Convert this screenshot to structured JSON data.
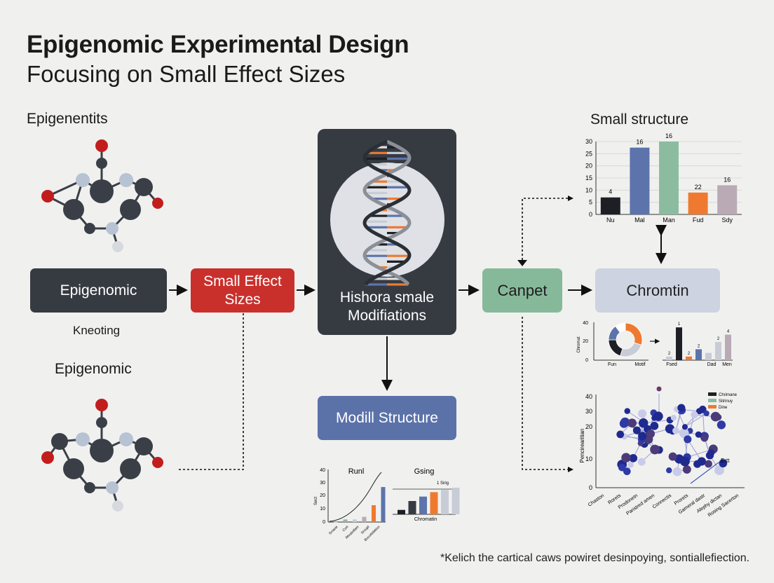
{
  "title": {
    "main": "Epigenomic Experimental Design",
    "sub": "Focusing on Small Effect Sizes"
  },
  "left": {
    "top_label": "Epigenentits",
    "box": "Epigenomic",
    "under_label": "Kneoting",
    "bottom_label": "Epigenomic"
  },
  "flow": {
    "small_effect": [
      "Small Effect",
      "Sizes"
    ],
    "central": [
      "Hishora smale",
      "Modifiations"
    ],
    "structure_box": "Modill Structure",
    "canpet": "Canpet",
    "chromtin": "Chromtin"
  },
  "chart_data": [
    {
      "type": "bar",
      "title": "Small structure",
      "categories": [
        "Nu",
        "Mal",
        "Man",
        "Fud",
        "Sdy"
      ],
      "values": [
        7,
        27.5,
        30,
        9,
        12
      ],
      "data_labels": [
        "4",
        "16",
        "16",
        "22",
        "16"
      ],
      "colors": [
        "#1d1f24",
        "#5c74ab",
        "#8cbc9f",
        "#ef7a2f",
        "#b9aab6"
      ],
      "yticks": [
        0,
        5,
        10,
        15,
        20,
        25,
        30
      ],
      "ylim": [
        0,
        30
      ],
      "grid": true
    },
    {
      "type": "pie",
      "yticks": [
        "0",
        "20",
        "40"
      ],
      "ylabel": "Chromat",
      "xlabels": [
        "Fun",
        "Motif"
      ],
      "slices": [
        {
          "value": 30,
          "color": "#ef7a2f"
        },
        {
          "value": 25,
          "color": "#c8ccd6"
        },
        {
          "value": 20,
          "color": "#1d1f24"
        },
        {
          "value": 15,
          "color": "#5c74ab"
        },
        {
          "value": 10,
          "color": "#ffffff"
        }
      ]
    },
    {
      "type": "bar",
      "categories": [
        "Fsed",
        "",
        "",
        "Dad",
        "Men"
      ],
      "values": [
        1,
        9,
        1,
        3,
        2,
        5,
        7
      ],
      "data_labels": [
        "2",
        "1",
        "2",
        "2",
        "",
        "2",
        "4"
      ],
      "colors": [
        "#c8ccd6",
        "#1d1f24",
        "#ef7a2f",
        "#5c74ab",
        "#c8ccd6",
        "#c8ccd6",
        "#b9aab6"
      ],
      "ylim": [
        0,
        10
      ]
    },
    {
      "type": "scatter",
      "yticks": [
        "0",
        "10",
        "20",
        "30",
        "40"
      ],
      "ylabel": "Pencirearitian",
      "xticks": [
        "Chaston",
        "Rorets",
        "Prodonetn",
        "Paristred amen",
        "Connectis",
        "Prorets",
        "Gameral dastr",
        "Alephy dictan",
        "Rosing Sacerton"
      ],
      "legend": [
        {
          "name": "Chrimane",
          "color": "#1d1f24"
        },
        {
          "name": "Sitrinuy",
          "color": "#8cbc9f"
        },
        {
          "name": "Dine",
          "color": "#ef7a2f"
        }
      ],
      "annotation": "Ertt"
    },
    {
      "type": "line",
      "title": "Runl",
      "yticks": [
        "0",
        "10",
        "20",
        "30",
        "40"
      ],
      "ylabel": "Sect",
      "values": [
        0,
        2,
        2,
        4,
        13,
        27
      ],
      "colors": [
        "#c8ccd6",
        "#8cbc9f",
        "#c8ccd6",
        "#b9aab6",
        "#ef7a2f",
        "#5c74ab"
      ],
      "xlabels": [
        "Srnase",
        "Cort",
        "Rhodotfam",
        "Sroupt",
        "Bocottidetion"
      ]
    },
    {
      "type": "bar",
      "title": "Gsing",
      "xlabel": "Chromatin",
      "annotation": "1 Sirig",
      "values": [
        1,
        3,
        4,
        5,
        5.5,
        6
      ],
      "colors": [
        "#1d1f24",
        "#363b42",
        "#5c74ab",
        "#ef7a2f",
        "#c8ccd6",
        "#c8ccd6"
      ]
    }
  ],
  "footnote": "*Kelich the cartical caws powiret desinpoying, sontiallefiection."
}
